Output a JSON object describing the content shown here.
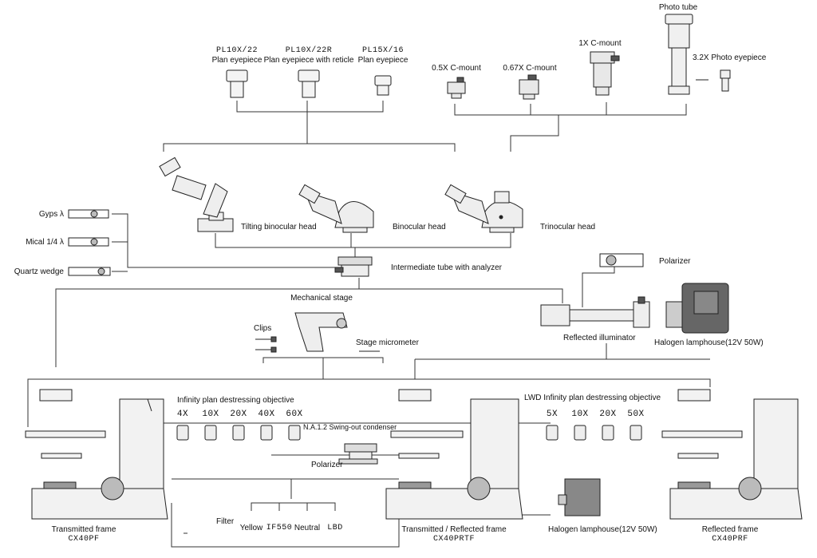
{
  "eyepieces": [
    {
      "code": "PL10X/22",
      "name": "Plan eyepiece"
    },
    {
      "code": "PL10X/22R",
      "name": "Plan eyepiece with reticle"
    },
    {
      "code": "PL15X/16",
      "name": "Plan eyepiece"
    }
  ],
  "camera": {
    "c05": "0.5X C-mount",
    "c067": "0.67X C-mount",
    "c1": "1X C-mount",
    "photo_tube": "Photo tube",
    "photo_eyepiece": "3.2X Photo eyepiece"
  },
  "heads": {
    "tilting": "Tilting binocular head",
    "binocular": "Binocular head",
    "trinocular": "Trinocular head"
  },
  "compensators": {
    "gyps": "Gyps λ",
    "mical": "Mical 1/4 λ",
    "quartz": "Quartz wedge"
  },
  "intermediate_tube": "Intermediate tube with analyzer",
  "polarizer_top": "Polarizer",
  "reflected_illuminator": "Reflected illuminator",
  "halogen_top": "Halogen lamphouse(12V 50W)",
  "stage": {
    "mechanical": "Mechanical stage",
    "clips": "Clips",
    "micrometer": "Stage micrometer"
  },
  "objectives_inf": {
    "title": "Infinity plan destressing objective",
    "mags": [
      "4X",
      "10X",
      "20X",
      "40X",
      "60X"
    ]
  },
  "objectives_lwd": {
    "title": "LWD Infinity plan destressing objective",
    "mags": [
      "5X",
      "10X",
      "20X",
      "50X"
    ]
  },
  "condenser": "N.A.1.2 Swing-out condenser",
  "polarizer_bottom": "Polarizer",
  "filter": {
    "label": "Filter",
    "items": [
      "Yellow",
      "IF550",
      "Neutral",
      "LBD"
    ]
  },
  "frames": [
    {
      "name": "Transmitted frame",
      "model": "CX40PF"
    },
    {
      "name": "Transmitted / Reflected frame",
      "model": "CX40PRTF"
    },
    {
      "name": "Reflected frame",
      "model": "CX40PRF"
    }
  ],
  "halogen_bottom": "Halogen lamphouse(12V 50W)"
}
